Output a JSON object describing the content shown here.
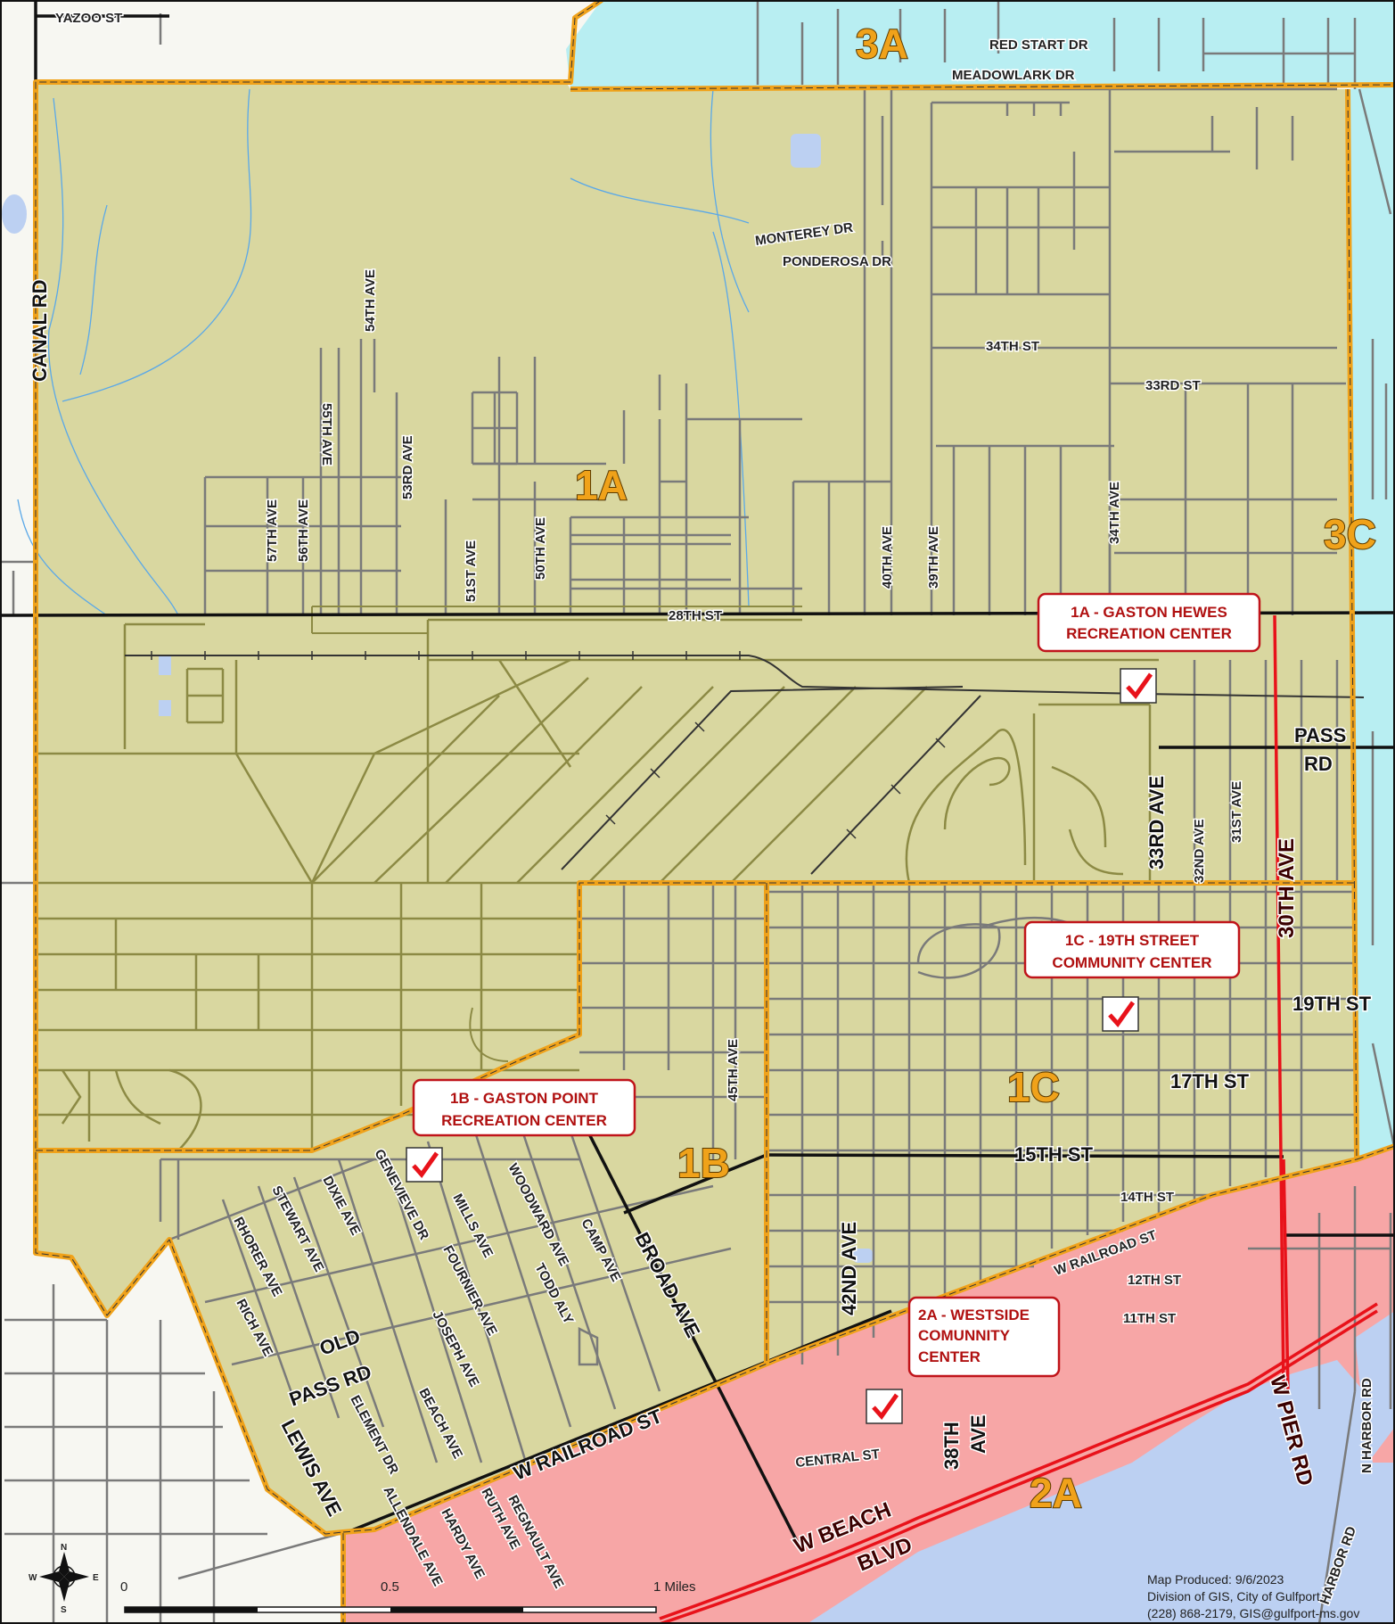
{
  "zones": {
    "z1A": "1A",
    "z1B": "1B",
    "z1C": "1C",
    "z2A": "2A",
    "z3A": "3A",
    "z3C": "3C"
  },
  "streets": {
    "yazoo": "YAZOO ST",
    "red_start": "RED START DR",
    "meadowlark": "MEADOWLARK DR",
    "canal": "CANAL RD",
    "monterey": "MONTEREY DR",
    "ponderosa": "PONDEROSA DR",
    "st34": "34TH ST",
    "st33": "33RD ST",
    "ave54": "54TH AVE",
    "ave55": "55TH AVE",
    "ave53": "53RD AVE",
    "ave57": "57TH AVE",
    "ave56": "56TH AVE",
    "ave51": "51ST AVE",
    "ave50": "50TH AVE",
    "ave40": "40TH AVE",
    "ave39": "39TH AVE",
    "ave34": "34TH AVE",
    "st28": "28TH ST",
    "pass_rd_1": "PASS",
    "pass_rd_2": "RD",
    "ave33": "33RD AVE",
    "ave32": "32ND AVE",
    "ave31": "31ST AVE",
    "ave30": "30TH AVE",
    "st19": "19TH ST",
    "st17": "17TH ST",
    "st15": "15TH ST",
    "st14": "14TH ST",
    "ave45": "45TH AVE",
    "w_railroad_upper": "W RAILROAD ST",
    "st12": "12TH ST",
    "st11": "11TH ST",
    "ave42": "42ND AVE",
    "broad": "BROAD AVE",
    "stewart": "STEWART AVE",
    "dixie": "DIXIE AVE",
    "rhorer": "RHORER AVE",
    "genevieve": "GENEVIEVE DR",
    "mills": "MILLS AVE",
    "woodward": "WOODWARD AVE",
    "camp": "CAMP AVE",
    "todd": "TODD ALY",
    "fournier": "FOURNIER AVE",
    "joseph": "JOSEPH AVE",
    "rich": "RICH AVE",
    "old_pass_1": "OLD",
    "old_pass_2": "PASS RD",
    "element": "ELEMENT DR",
    "beach_ave": "BEACH AVE",
    "w_railroad_lower": "W RAILROAD ST",
    "lewis": "LEWIS AVE",
    "allendale": "ALLENDALE AVE",
    "hardy": "HARDY AVE",
    "ruth": "RUTH AVE",
    "regnault": "REGNAULT AVE",
    "central": "CENTRAL ST",
    "ave38_1": "38TH",
    "ave38_2": "AVE",
    "w_beach_1": "W BEACH",
    "w_beach_2": "BLVD",
    "w_pier": "W PIER RD",
    "n_harbor": "N HARBOR RD",
    "harbor_rd": "HARBOR RD"
  },
  "callouts": {
    "c1A_line1": "1A - GASTON HEWES",
    "c1A_line2": "RECREATION CENTER",
    "c1C_line1": "1C - 19TH STREET",
    "c1C_line2": "COMMUNITY CENTER",
    "c1B_line1": "1B - GASTON POINT",
    "c1B_line2": "RECREATION CENTER",
    "c2A_line1": "2A - WESTSIDE",
    "c2A_line2": "COMUNNITY",
    "c2A_line3": "CENTER"
  },
  "scale": {
    "zero": "0",
    "half": "0.5",
    "one": "1 Miles"
  },
  "compass": {
    "n": "N",
    "s": "S",
    "e": "E",
    "w": "W"
  },
  "credits": {
    "line1": "Map Produced: 9/6/2023",
    "line2": "Division of GIS, City of Gulfport",
    "line3": "(228) 868-2179, GIS@gulfport-ms.gov"
  },
  "colors": {
    "district1_fill": "#d9d7a0",
    "district2_fill": "#f7a6a6",
    "district3_fill": "#b8eef2",
    "water": "#bcd0f2",
    "boundary": "#f0a21a",
    "callout_red": "#c0141a",
    "major_road": "#e8121a"
  }
}
